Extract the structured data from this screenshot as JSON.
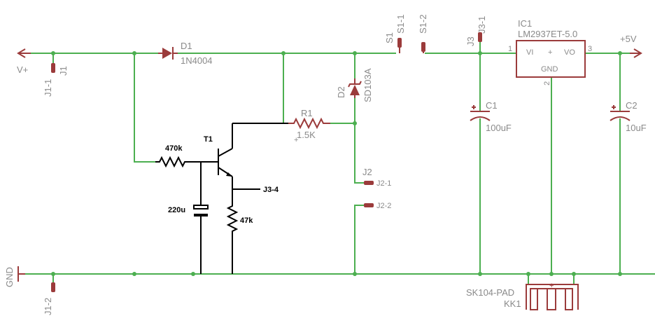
{
  "labels": {
    "vplus": "V+",
    "gnd": "GND",
    "j1": "J1",
    "j1_1": "J1-1",
    "j1_2": "J1-2",
    "d1_name": "D1",
    "d1_value": "1N4004",
    "d2_name": "D2",
    "d2_value": "SD103A",
    "s1": "S1",
    "s1_1": "S1-1",
    "s1_2": "S1-2",
    "j3": "J3",
    "j3_1": "J3-1",
    "ic1_name": "IC1",
    "ic1_value": "LM2937ET-5.0",
    "ic1_vi": "VI",
    "ic1_vo": "VO",
    "ic1_plus": "+",
    "ic1_gnd": "GND",
    "ic1_pin1": "1",
    "ic1_pin2": "2",
    "ic1_pin3": "3",
    "plus5v": "+5V",
    "c1_name": "C1",
    "c1_value": "100uF",
    "c2_name": "C2",
    "c2_value": "10uF",
    "r1_name": "R1",
    "r1_value": "1.5K",
    "t1": "T1",
    "r470k": "470k",
    "r47k": "47k",
    "c220u": "220u",
    "j3_4": "J3-4",
    "j2": "J2",
    "j2_1": "J2-1",
    "j2_2": "J2-2",
    "sk104": "SK104-PAD",
    "kk1": "KK1"
  }
}
